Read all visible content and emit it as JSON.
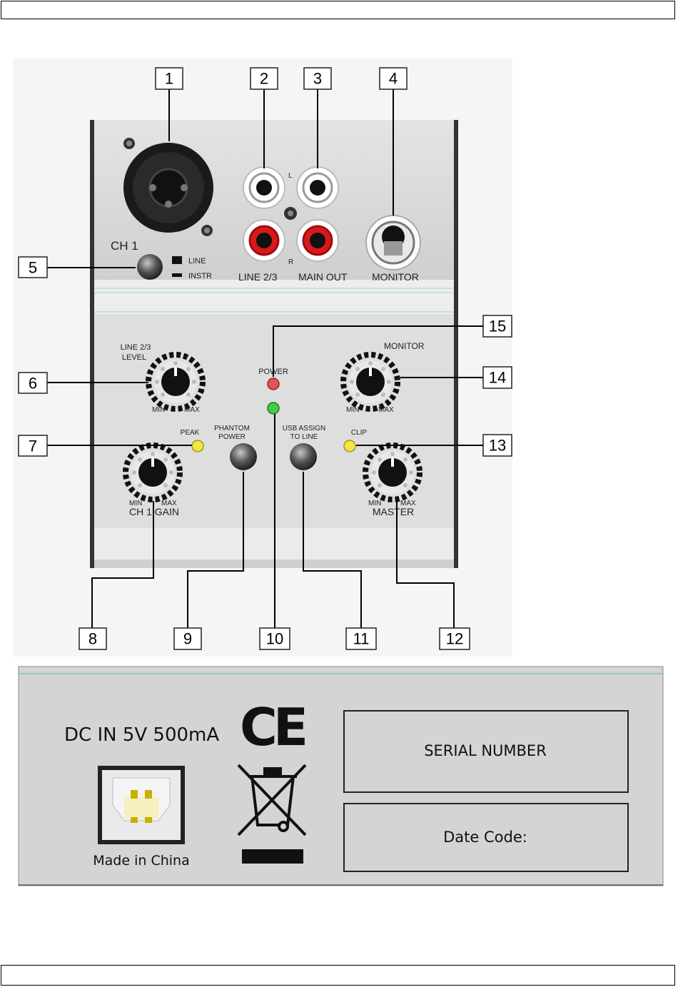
{
  "front_panel": {
    "callouts": [
      "1",
      "2",
      "3",
      "4",
      "5",
      "6",
      "7",
      "8",
      "9",
      "10",
      "11",
      "12",
      "13",
      "14",
      "15"
    ],
    "labels": {
      "ch1": "CH 1",
      "line": "LINE",
      "instr": "INSTR",
      "line23": "LINE 2/3",
      "main_out": "MAIN OUT",
      "monitor_jack": "MONITOR",
      "l": "L",
      "r": "R",
      "line23_level_1": "LINE 2/3",
      "line23_level_2": "LEVEL",
      "monitor_knob": "MONITOR",
      "power": "POWER",
      "phantom_1": "PHANTOM",
      "phantom_2": "POWER",
      "usb_assign_1": "USB ASSIGN",
      "usb_assign_2": "TO LINE",
      "peak": "PEAK",
      "clip": "CLIP",
      "ch1_gain": "CH 1 GAIN",
      "master": "MASTER",
      "min": "MIN",
      "max": "MAX"
    },
    "colors": {
      "power_led": "#e05555",
      "phantom_led": "#44cc44",
      "peak_led": "#f2e640",
      "clip_led": "#f2e640",
      "rca_red": "#d8191c"
    }
  },
  "rear_panel": {
    "dc_in": "DC IN 5V 500mA",
    "ce_mark": "CE",
    "made_in": "Made in China",
    "serial_number": "SERIAL NUMBER",
    "date_code": "Date Code:"
  }
}
